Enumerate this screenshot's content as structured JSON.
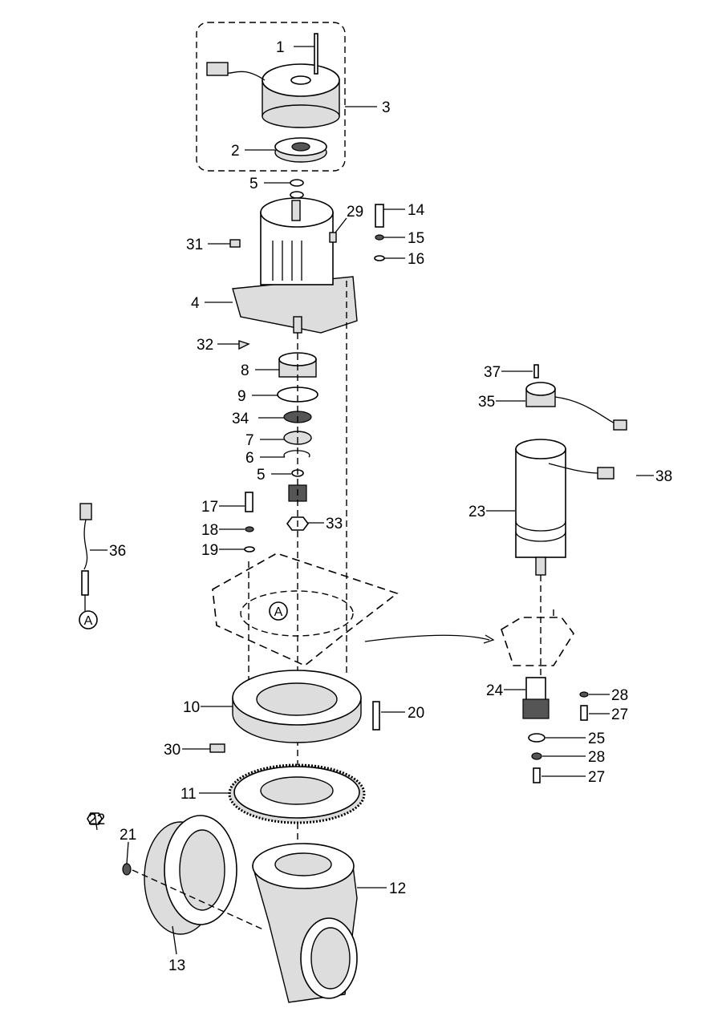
{
  "callouts": [
    "1",
    "3",
    "2",
    "5",
    "29",
    "14",
    "15",
    "16",
    "31",
    "4",
    "32",
    "8",
    "9",
    "34",
    "7",
    "6",
    "5",
    "17",
    "33",
    "18",
    "19",
    "36",
    "37",
    "35",
    "38",
    "23",
    "24",
    "28",
    "27",
    "25",
    "28",
    "27",
    "10",
    "20",
    "30",
    "11",
    "22",
    "21",
    "12",
    "13"
  ],
  "reference_marks": [
    "A",
    "A"
  ]
}
